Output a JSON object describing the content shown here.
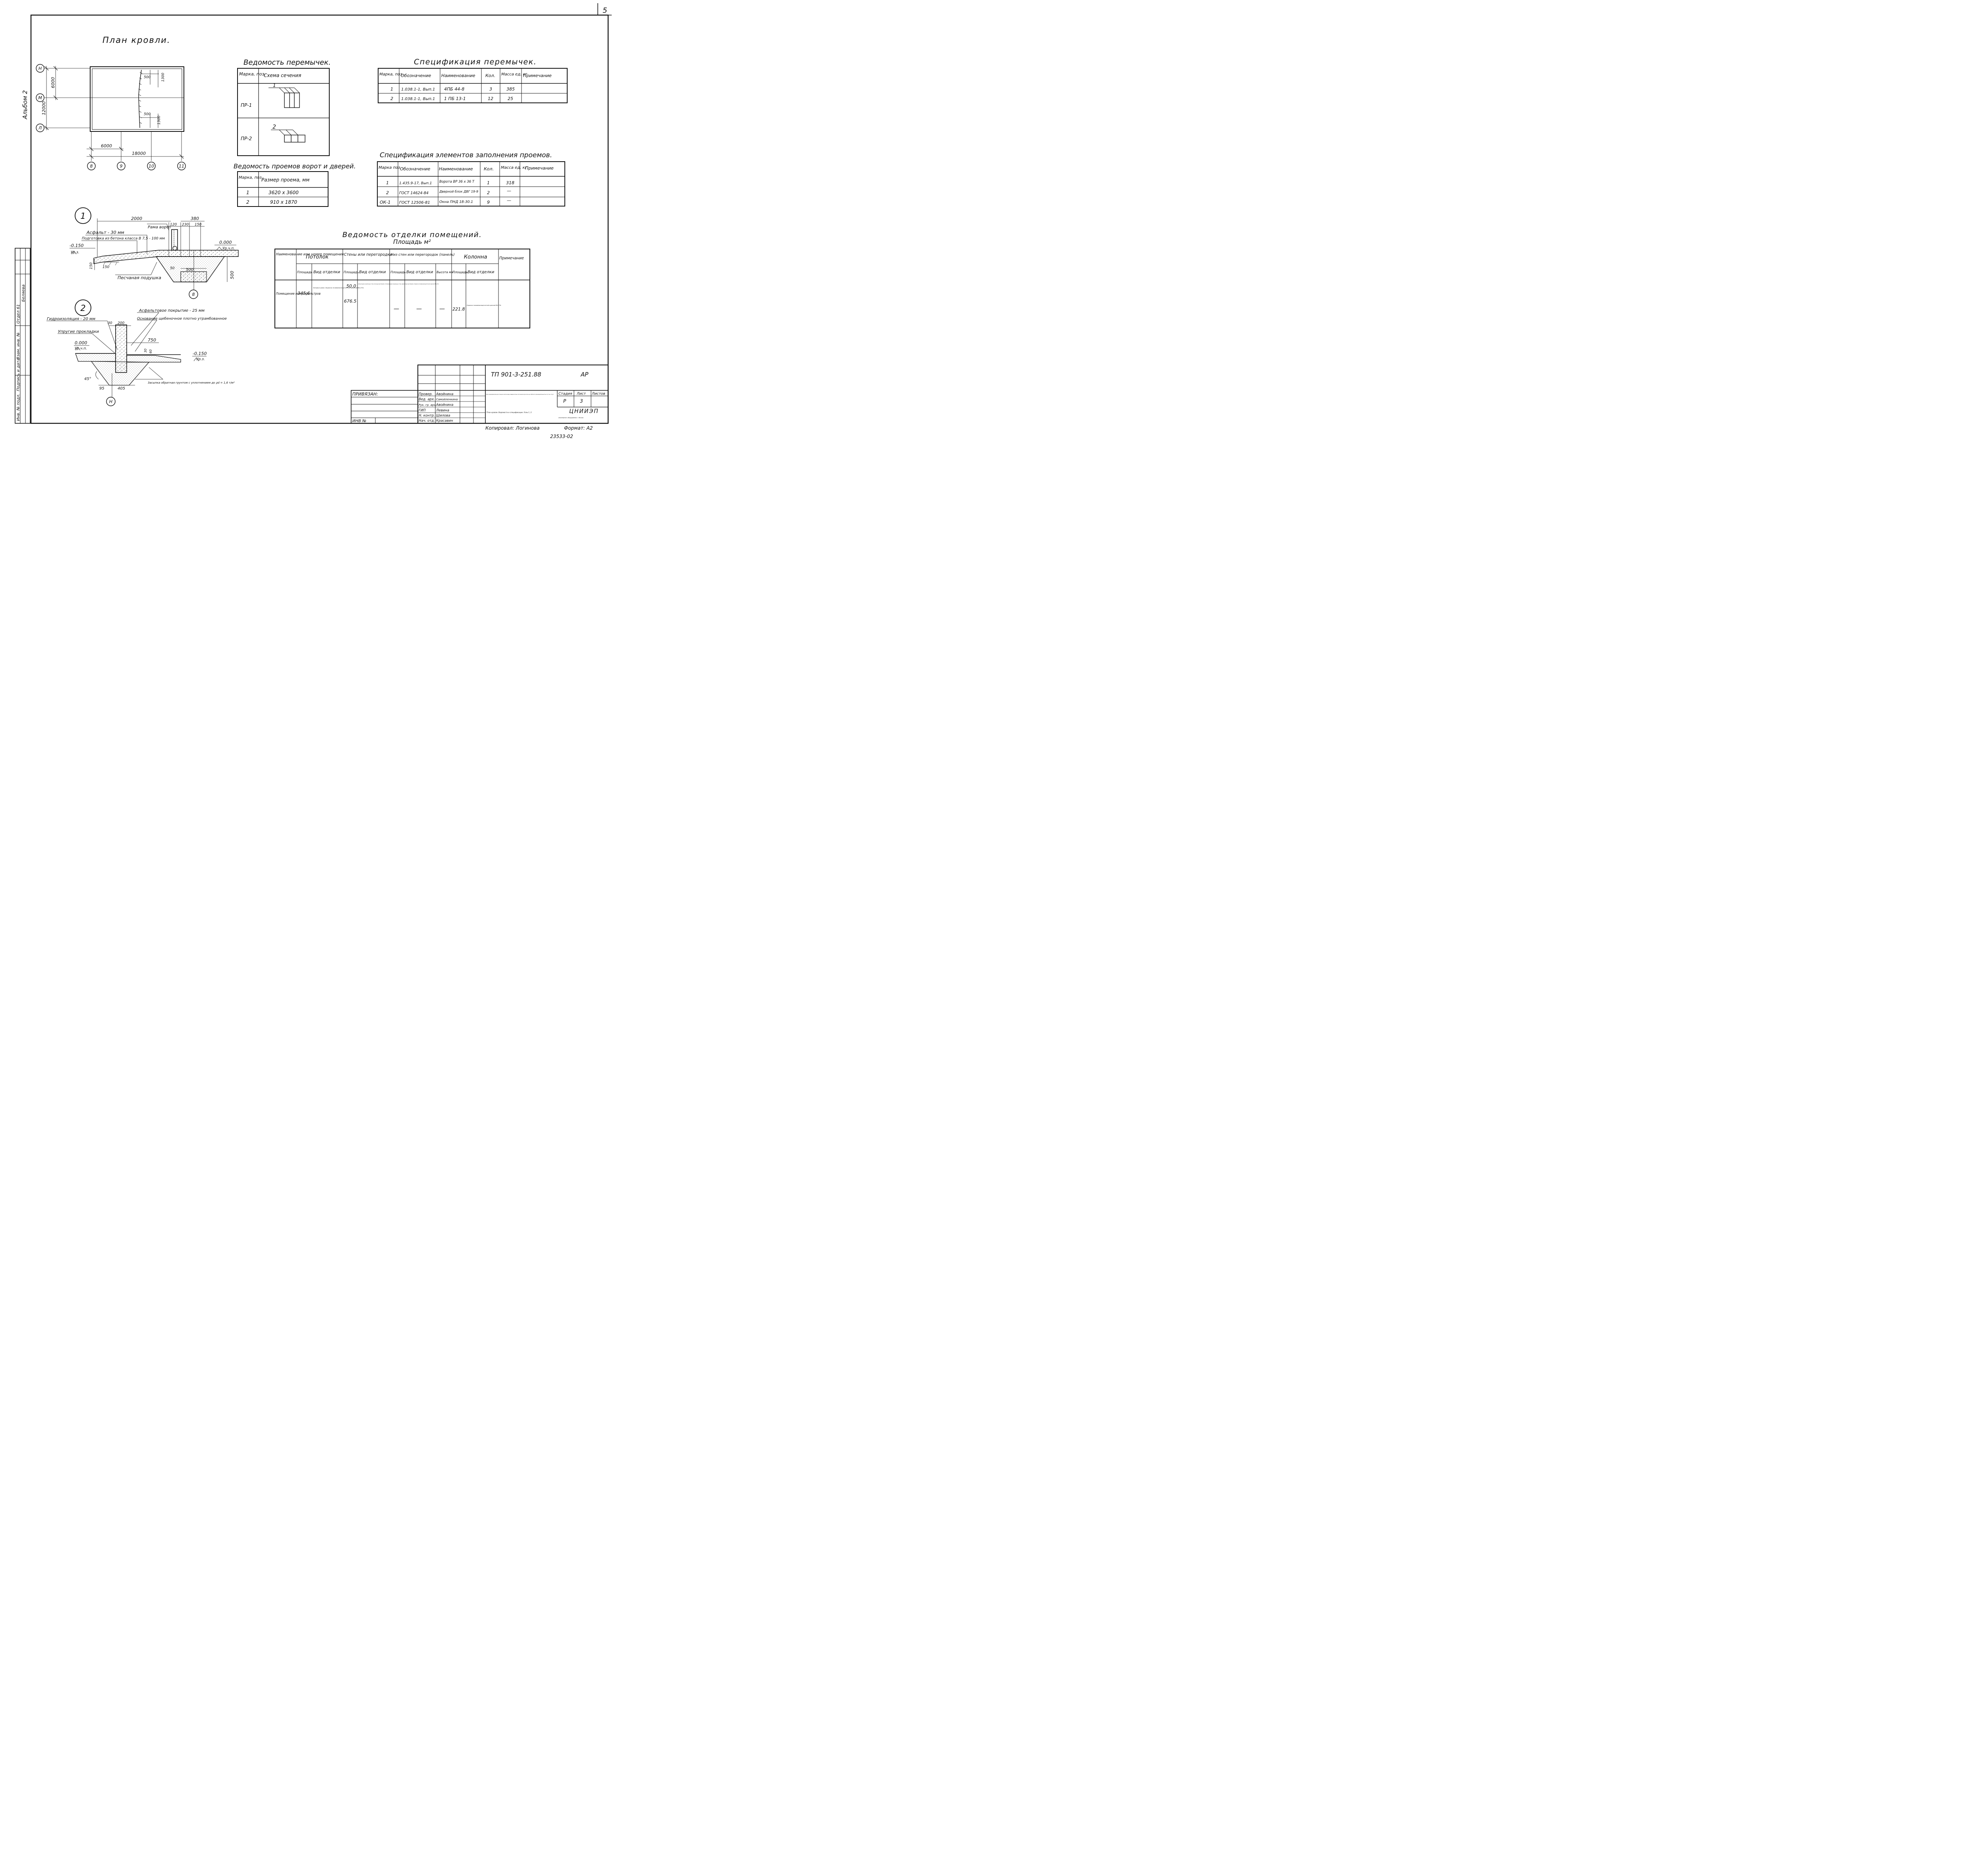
{
  "sheet": {
    "page_number": "5",
    "album": "Альбом 2",
    "archive_no": "23533-02"
  },
  "roof_plan": {
    "title": "План кровли.",
    "axes_rows": [
      "Н",
      "М",
      "Л"
    ],
    "axes_cols": [
      "8",
      "9",
      "10",
      "11"
    ],
    "dim_6000_v": "6000",
    "dim_12000": "12000",
    "dim_6000_h": "6000",
    "dim_18000": "18000",
    "dim_500_a": "500",
    "dim_1300_a": "1300",
    "dim_500_b": "500",
    "dim_1300_b": "1300"
  },
  "lintel_list": {
    "title": "Ведомость перемычек.",
    "headers": [
      "Марка, поз.",
      "Схема сечения"
    ],
    "rows": [
      {
        "mark": "ПР-1",
        "callout": "1"
      },
      {
        "mark": "ПР-2",
        "callout": "2"
      }
    ]
  },
  "openings_list": {
    "title": "Ведомость проемов ворот и дверей.",
    "headers": [
      "Марка, поз.",
      "Размер проема, мм"
    ],
    "rows": [
      {
        "pos": "1",
        "size": "3620 x 3600"
      },
      {
        "pos": "2",
        "size": "910 x 1870"
      }
    ]
  },
  "lintel_spec": {
    "title": "Спецификация перемычек.",
    "headers": [
      "Марка, поз.",
      "Обозначение",
      "Наименование",
      "Кол.",
      "Масса ед. кг",
      "Примечание"
    ],
    "rows": [
      {
        "pos": "1",
        "designation": "1.038.1-1, Вып.1",
        "name": "4ПБ 44-8",
        "qty": "3",
        "mass": "385",
        "note": ""
      },
      {
        "pos": "2",
        "designation": "1.038.1-1, Вып.1",
        "name": "1 ПБ 13-1",
        "qty": "12",
        "mass": "25",
        "note": ""
      }
    ]
  },
  "fill_spec": {
    "title": "Спецификация элементов заполнения проемов.",
    "headers": [
      "Марка поз.",
      "Обозначение",
      "Наименование",
      "Кол.",
      "Масса ед. кг",
      "Примечание"
    ],
    "rows": [
      {
        "pos": "1",
        "designation": "1.435.9-17, Вып.1",
        "name": "Ворота ВР 36 x 36 Т",
        "qty": "1",
        "mass": "318",
        "note": ""
      },
      {
        "pos": "2",
        "designation": "ГОСТ 14624-84",
        "name": "Дверной блок ДВГ 19-9",
        "qty": "2",
        "mass": "—",
        "note": ""
      },
      {
        "pos": "ОК-1",
        "designation": "ГОСТ 12506-81",
        "name": "Окна ПНД 18-30.1",
        "qty": "9",
        "mass": "—",
        "note": ""
      }
    ]
  },
  "finish_list": {
    "title": "Ведомость отделки помещений.",
    "subtitle": "Площадь м²",
    "h_name": "Наименование или номер помещения",
    "h_ceiling": "Потолок",
    "h_walls": "Стены или перегородки",
    "h_lower": "Низ стен или перегородок (панель)",
    "h_column": "Колонна",
    "h_note": "Примечание",
    "h_area": "Площадь",
    "h_finish": "Вид отделки",
    "h_height": "Высота мм",
    "room": "Помещение микрофильтров",
    "ceiling_area": "345,6",
    "ceiling_finish": "Затирка швов. Окраска поливинилацетатной краской ВА-27А.",
    "walls_area_1": "50.0",
    "walls_area_2": "676.5",
    "walls_finish": "Штукатурка кирпичных стен сложным раствором. Затирка швов панельных стен цементным раствором. Окраска поливинилацетатной краской ВА-27А.",
    "lower_area": "—",
    "lower_finish": "—",
    "lower_height": "—",
    "column_area": "221.8",
    "column_finish": "Окраска поливинилацетатной краской ВА-27А."
  },
  "node1": {
    "number": "1",
    "dim_2000": "2000",
    "dim_380": "380",
    "dim_120": "120",
    "dim_230": "230",
    "dim_150": "150",
    "rama": "Рама ворот",
    "asphalt": "Асфальт - 30 мм",
    "prep": "Подготовка из бетона класса В 7,5 - 100 мм",
    "lvl_left": "-0.150",
    "lvl_left_tag": "Ур.з.",
    "lvl_right": "0.000",
    "lvl_right_tag": "Ур.ч.п.",
    "dim_150_v": "150",
    "dim_150_b": "150",
    "dim_50": "50",
    "dim_500_h": "500",
    "dim_500_v": "500",
    "sand": "Песчаная подушка",
    "axis": "8"
  },
  "node2": {
    "number": "2",
    "asphalt": "Асфальтовое покрытие - 25 мм",
    "base": "Основание щебеночное плотно утрамбованное",
    "hydro": "Гидроизоляция - 20 мм",
    "dim_30": "30",
    "dim_200": "200",
    "elastic": "Упругие прокладки",
    "lvl_zero": "0.000",
    "lvl_zero_tag": "Ур.ч.п.",
    "dim_750": "750",
    "lvl_neg": "-0.150",
    "lvl_neg_tag": "Ур.з.",
    "dim_30_v": "30",
    "dim_60": "60",
    "angle": "45°",
    "dim_95": "95",
    "dim_405": "405",
    "backfill": "Засыпка обратная грунтом с уплотнением до ρd = 1,6 т/м³",
    "axis": "Н"
  },
  "stamp": {
    "code": "ТП  901-3-251.88",
    "mark": "АР",
    "privyazan": "ПРИВЯЗАН:",
    "inv": "ИНВ №",
    "project": "Блок микрофильтров для станции очистки воды поверхностных источников мутностью до 1500 мг/л производительностью 3,2 тыс. м³/сут.",
    "sheet_title": "План кровли. Ведомости и спецификации. Узлы 1, 2.",
    "stadiya_h": "Стадия",
    "list_h": "Лист",
    "listov_h": "Листов",
    "stadiya": "Р",
    "list": "3",
    "org": "ЦНИИЭП",
    "org_sub": "инженерного оборудования г. Москва",
    "copied": "Копировал: Логинова",
    "format": "Формат: А2",
    "roles": [
      {
        "role": "Провер.",
        "name": "Авойнина"
      },
      {
        "role": "Вед. арх.",
        "name": "Самойленкина"
      },
      {
        "role": "Рук. гр. арх.",
        "name": "Авойнина"
      },
      {
        "role": "ГИП",
        "name": "Левина"
      },
      {
        "role": "Н. контр.",
        "name": "Шилова"
      },
      {
        "role": "Нач. отд.",
        "name": "Красавин"
      }
    ]
  },
  "left_strip": {
    "cols": [
      "Инв. № подл.",
      "Подпись и дата",
      "Взам. инв. №"
    ],
    "dept": "Отдел 61",
    "name": "Беляева"
  }
}
